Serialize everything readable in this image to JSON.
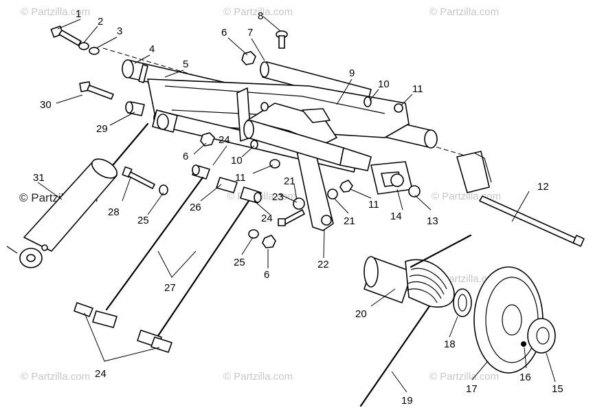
{
  "watermarks": [
    "© Partzilla.com",
    "© Partzilla.com",
    "© Partzilla.com",
    "© Partzilla.com",
    "© Partzilla.com",
    "© Partzilla.com",
    "© Partzilla.com",
    "© Partzilla.com",
    "© Partzilla.com"
  ],
  "watermark_dark": "© Partzilla.com",
  "callouts": [
    "1",
    "2",
    "3",
    "4",
    "5",
    "6",
    "7",
    "8",
    "9",
    "10",
    "11",
    "30",
    "29",
    "6",
    "24",
    "10",
    "11",
    "31",
    "28",
    "25",
    "26",
    "23",
    "21",
    "11",
    "21",
    "24",
    "14",
    "13",
    "12",
    "25",
    "6",
    "22",
    "27",
    "20",
    "18",
    "24",
    "16",
    "17",
    "15",
    "19"
  ]
}
